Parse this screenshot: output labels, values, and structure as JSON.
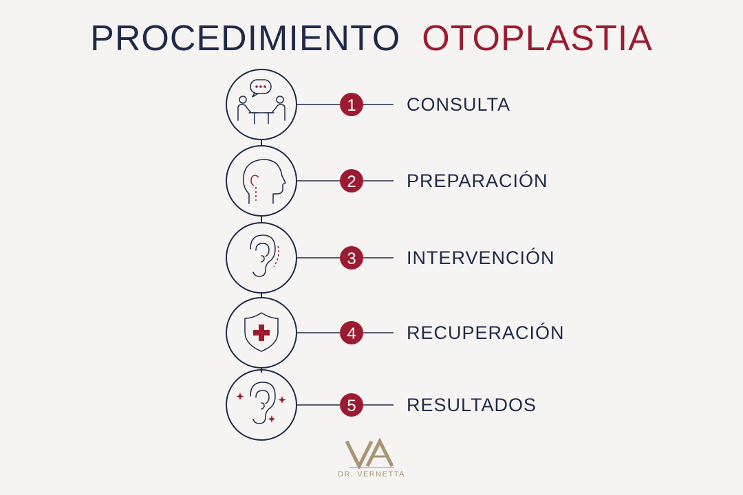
{
  "title": {
    "part1": "PROCEDIMIENTO",
    "part2": "OTOPLASTIA"
  },
  "steps": [
    {
      "number": "1",
      "label": "CONSULTA",
      "icon": "consultation-icon"
    },
    {
      "number": "2",
      "label": "PREPARACIÓN",
      "icon": "head-profile-icon"
    },
    {
      "number": "3",
      "label": "INTERVENCIÓN",
      "icon": "ear-incision-icon"
    },
    {
      "number": "4",
      "label": "RECUPERACIÓN",
      "icon": "shield-cross-icon"
    },
    {
      "number": "5",
      "label": "RESULTADOS",
      "icon": "ear-sparkle-icon"
    }
  ],
  "brand": {
    "monogram": "VA",
    "name": "DR. VERNETTA"
  },
  "colors": {
    "navy": "#1e2a47",
    "accent": "#9b1b30",
    "gold": "#a89472",
    "background": "#f6f4f2"
  }
}
